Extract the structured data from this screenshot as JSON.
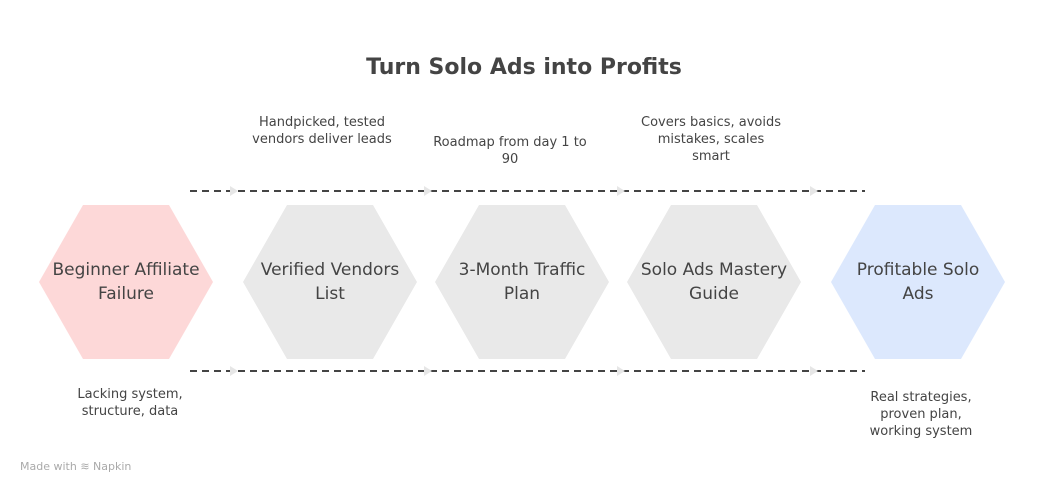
{
  "title": "Turn Solo Ads into Profits",
  "steps": [
    {
      "label": "Beginner Affiliate Failure",
      "color": "#fdd8d8"
    },
    {
      "label": "Verified Vendors List",
      "color": "#e9e9e9"
    },
    {
      "label": "3-Month Traffic Plan",
      "color": "#e9e9e9"
    },
    {
      "label": "Solo Ads Mastery Guide",
      "color": "#e9e9e9"
    },
    {
      "label": "Profitable Solo Ads",
      "color": "#dce8fd"
    }
  ],
  "notes": {
    "beginner": "Lacking system, structure, data",
    "vendors": "Handpicked, tested vendors deliver leads",
    "plan": "Roadmap from day 1 to 90",
    "guide": "Covers basics, avoids mistakes, scales smart",
    "profit": "Real strategies, proven plan, working system"
  },
  "footer": {
    "made_with": "Made with",
    "brand": "Napkin"
  }
}
